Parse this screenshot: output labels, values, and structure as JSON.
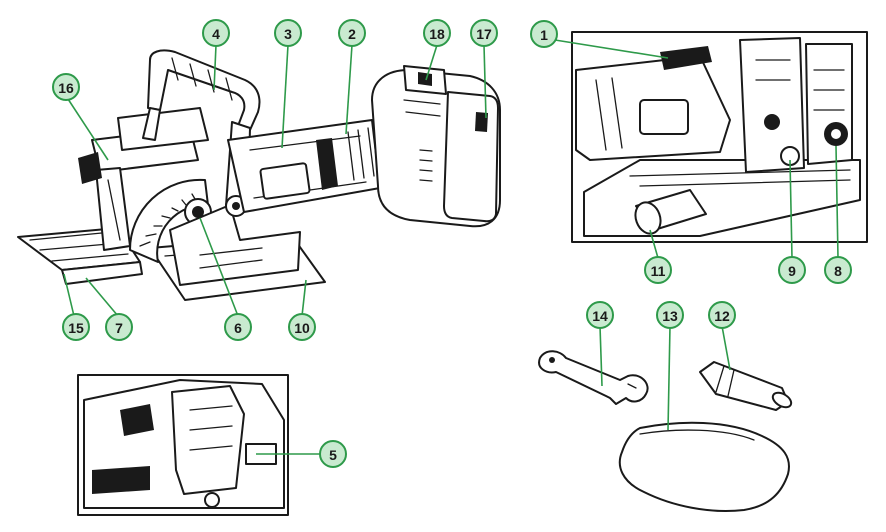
{
  "theme": {
    "callout_fill": "#c9ead0",
    "callout_stroke": "#2e9a4a",
    "line_art": "#1a1a1a"
  },
  "callouts": {
    "c1": "1",
    "c2": "2",
    "c3": "3",
    "c4": "4",
    "c5": "5",
    "c6": "6",
    "c7": "7",
    "c8": "8",
    "c9": "9",
    "c10": "10",
    "c11": "11",
    "c12": "12",
    "c13": "13",
    "c14": "14",
    "c15": "15",
    "c16": "16",
    "c17": "17",
    "c18": "18"
  }
}
